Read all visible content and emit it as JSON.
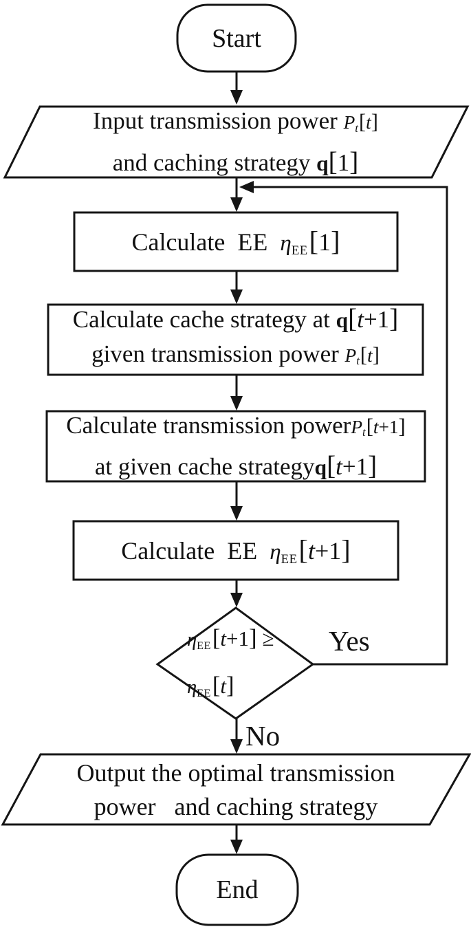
{
  "figure": "flowchart-energy-efficiency-caching-algorithm",
  "colors": {
    "line": "#151515",
    "background": "#ffffff",
    "text": "#111111"
  },
  "nodes": {
    "start": {
      "label": "Start"
    },
    "input": {
      "line1": {
        "text": "Input transmission power ",
        "p": "P",
        "p_sub": "t",
        "lb": "[",
        "arg": "t",
        "rb": "]"
      },
      "line2": {
        "text": "and caching strategy ",
        "q": "q",
        "lb": "[",
        "arg": "1",
        "rb": "]"
      }
    },
    "calc_ee1": {
      "text": "Calculate  EE  ",
      "eta": "η",
      "eta_sub": "EE",
      "lb": "[",
      "arg": "1",
      "rb": "]"
    },
    "calc_cache": {
      "line1": {
        "text": "Calculate cache strategy at ",
        "q": "q",
        "lb": "[",
        "arg": "t",
        "plus": "+1",
        "rb": "]"
      },
      "line2": {
        "text": "given transmission power ",
        "p": "P",
        "p_sub": "t",
        "lb": "[",
        "arg": "t",
        "rb": "]"
      }
    },
    "calc_power": {
      "line1": {
        "text": "Calculate transmission power",
        "p": "P",
        "p_sub": "t",
        "lb": "[",
        "arg": "t",
        "plus": "+1",
        "rb": "]"
      },
      "line2": {
        "text": "at given cache strategy",
        "q": "q",
        "lb": "[",
        "arg": "t",
        "plus": "+1",
        "rb": "]"
      }
    },
    "calc_ee2": {
      "text": "Calculate  EE  ",
      "eta": "η",
      "eta_sub": "EE",
      "lb": "[",
      "arg": "t",
      "plus": "+1",
      "rb": "]"
    },
    "decision": {
      "line1": {
        "eta": "η",
        "eta_sub": "EE",
        "lb": "[",
        "arg": "t",
        "plus": "+1",
        "rb": "]",
        "op": " ≥"
      },
      "line2": {
        "eta": "η",
        "eta_sub": "EE",
        "lb": "[",
        "arg": "t",
        "rb": "]"
      }
    },
    "output": {
      "line1": "Output the optimal transmission",
      "line2": "power   and caching strategy"
    },
    "end": {
      "label": "End"
    }
  },
  "edges": {
    "yes_label": "Yes",
    "no_label": "No"
  }
}
